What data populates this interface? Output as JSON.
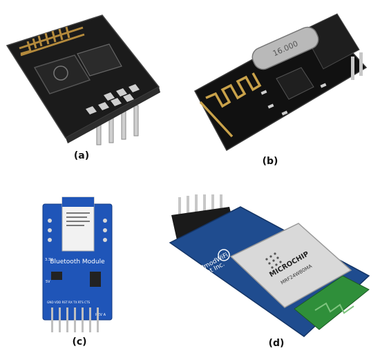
{
  "figure": {
    "captions": {
      "a": "(a)",
      "b": "(b)",
      "c": "(c)",
      "d": "(d)"
    }
  },
  "panel_a": {
    "colors": {
      "board": "#1b1b1b",
      "antenna": "#b48a3c",
      "chip": "#2a2a2a",
      "pins": "#c9c9c9"
    }
  },
  "panel_b": {
    "crystal_text": "16.000",
    "colors": {
      "board": "#111111",
      "antenna": "#c9a24a",
      "crystal": "#b9b9b9",
      "header": "#1d1d1d"
    }
  },
  "panel_c": {
    "module_label": "Bluetooth Module",
    "voltage_label": "3.3V",
    "voltage_label_2": "5V",
    "rev_label": "REV A",
    "pin_labels": "GND VDD RST RX TX RTS CTS",
    "colors": {
      "board": "#1f55b8",
      "module": "#f2f2f2",
      "pins": "#bfbfbf"
    }
  },
  "panel_d": {
    "brand_text": "MICROCHIP",
    "part_text": "MRF24WB0MA",
    "maker_text": "Digilent Inc.",
    "product_text": "PmodWiFi",
    "colors": {
      "board": "#1f4c8f",
      "module": "#d9d9d9",
      "antenna_pcb": "#2f8f3a",
      "header": "#1a1a1a"
    }
  }
}
